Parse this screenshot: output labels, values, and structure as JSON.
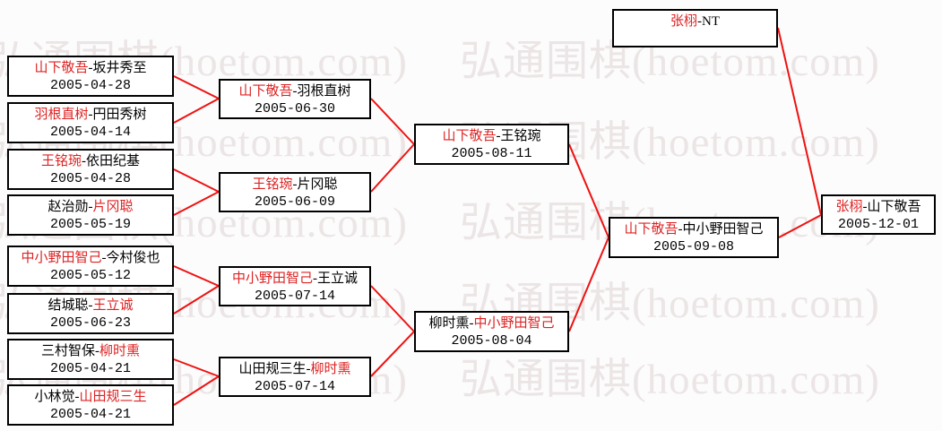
{
  "watermark": {
    "text": "弘通围棋(hoetom.com)"
  },
  "separator": "-",
  "colors": {
    "winner_name": "#dd2222",
    "connector": "#ee1111",
    "box_border": "#000000",
    "box_text": "#000000",
    "watermark": "#ece5e5",
    "background": "#fcfcfc"
  },
  "rounds": {
    "round1": [
      {
        "p1": "山下敬吾",
        "p2": "坂井秀至",
        "red": 1,
        "date": "2005-04-28"
      },
      {
        "p1": "羽根直树",
        "p2": "円田秀树",
        "red": 1,
        "date": "2005-04-14"
      },
      {
        "p1": "王铭琬",
        "p2": "依田纪基",
        "red": 1,
        "date": "2005-04-28"
      },
      {
        "p1": "赵治勋",
        "p2": "片冈聪",
        "red": 2,
        "date": "2005-05-19"
      },
      {
        "p1": "中小野田智己",
        "p2": "今村俊也",
        "red": 1,
        "date": "2005-05-12"
      },
      {
        "p1": "结城聪",
        "p2": "王立诚",
        "red": 2,
        "date": "2005-06-23"
      },
      {
        "p1": "三村智保",
        "p2": "柳时熏",
        "red": 2,
        "date": "2005-04-21"
      },
      {
        "p1": "小林觉",
        "p2": "山田规三生",
        "red": 2,
        "date": "2005-04-21"
      }
    ],
    "round2": [
      {
        "p1": "山下敬吾",
        "p2": "羽根直树",
        "red": 1,
        "date": "2005-06-30"
      },
      {
        "p1": "王铭琬",
        "p2": "片冈聪",
        "red": 1,
        "date": "2005-06-09"
      },
      {
        "p1": "中小野田智己",
        "p2": "王立诚",
        "red": 1,
        "date": "2005-07-14"
      },
      {
        "p1": "山田规三生",
        "p2": "柳时熏",
        "red": 2,
        "date": "2005-07-14"
      }
    ],
    "round3": [
      {
        "p1": "山下敬吾",
        "p2": "王铭琬",
        "red": 1,
        "date": "2005-08-11"
      },
      {
        "p1": "柳时熏",
        "p2": "中小野田智己",
        "red": 2,
        "date": "2005-08-04"
      }
    ],
    "semifinal": [
      {
        "p1": "山下敬吾",
        "p2": "中小野田智己",
        "red": 1,
        "date": "2005-09-08"
      }
    ],
    "bye": {
      "p1": "张栩",
      "p2": "NT",
      "red": 1,
      "date": ""
    },
    "final": {
      "p1": "张栩",
      "p2": "山下敬吾",
      "red": 1,
      "date": "2005-12-01"
    }
  }
}
